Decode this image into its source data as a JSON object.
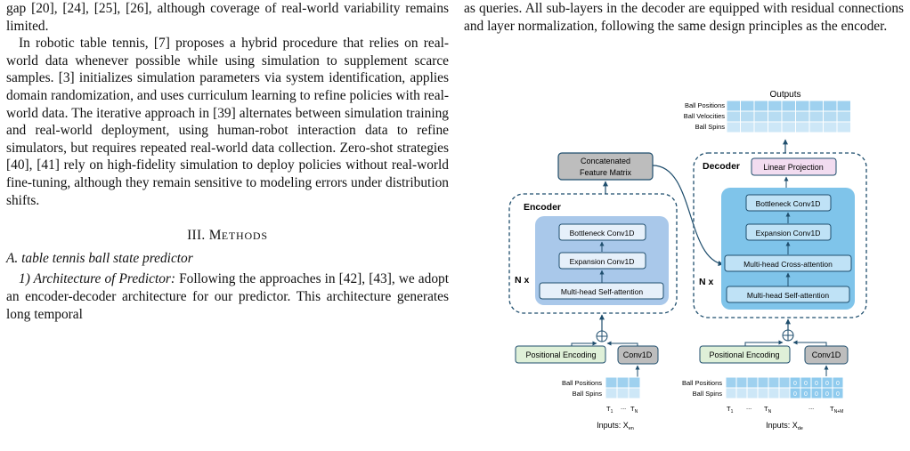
{
  "left": {
    "p1": "gap [20], [24], [25], [26], although coverage of real-world variability remains limited.",
    "p2": "In robotic table tennis, [7] proposes a hybrid procedure that relies on real-world data whenever possible while using simulation to supplement scarce samples. [3] initializes simulation parameters via system identification, applies domain randomization, and uses curriculum learning to refine policies with real-world data. The iterative approach in [39] alternates between simulation training and real-world deployment, using human-robot interaction data to refine simulators, but requires repeated real-world data collection. Zero-shot strategies [40], [41] rely on high-fidelity simulation to deploy policies without real-world fine-tuning, although they remain sensitive to modeling errors under distribution shifts.",
    "section_num": "III.",
    "section_title_first": "M",
    "section_title_rest": "ETHODS",
    "subsection": "A. table tennis ball state predictor",
    "p3_title": "1) Architecture of Predictor:",
    "p3_body": " Following the approaches in [42], [43], we adopt an encoder-decoder architecture for our predictor. This architecture generates long temporal"
  },
  "right": {
    "p1": "as queries. All sub-layers in the decoder are equipped with residual connections and layer normalization, following the same design principles as the encoder."
  },
  "figure": {
    "outputs_title": "Outputs",
    "output_rows": [
      "Ball Positions",
      "Ball Velocities",
      "Ball Spins"
    ],
    "concat_line1": "Concatenated",
    "concat_line2": "Feature Matrix",
    "encoder_title": "Encoder",
    "decoder_title": "Decoder",
    "linear_projection": "Linear Projection",
    "enc_bottleneck": "Bottleneck Conv1D",
    "enc_expansion": "Expansion Conv1D",
    "enc_selfattn": "Multi-head Self-attention",
    "dec_bottleneck": "Bottleneck Conv1D",
    "dec_expansion": "Expansion Conv1D",
    "dec_crossattn": "Multi-head Cross-attention",
    "dec_selfattn": "Multi-head Self-attention",
    "nx": "N x",
    "pos_enc": "Positional Encoding",
    "conv1d": "Conv1D",
    "enc_input_rows": [
      "Ball Positions",
      "Ball Spins"
    ],
    "dec_input_rows": [
      "Ball Positions",
      "Ball Spins"
    ],
    "t1": "T",
    "t1_sub": "1",
    "dots": "...",
    "tn": "T",
    "tn_sub": "N",
    "tnm": "T",
    "tnm_sub": "N+M",
    "zero": "0",
    "enc_inputs": "Inputs: X",
    "enc_inputs_sub": "en",
    "dec_inputs": "Inputs: X",
    "dec_inputs_sub": "de",
    "colors": {
      "grid_blue": "#b7dcf2",
      "block_blue": "#7fc4ea",
      "encoder_block": "#a9c8ea",
      "green": "#dff0d8",
      "pink": "#f2dcf0",
      "gray": "#bdbdbd",
      "line": "#1f4e6d"
    }
  }
}
